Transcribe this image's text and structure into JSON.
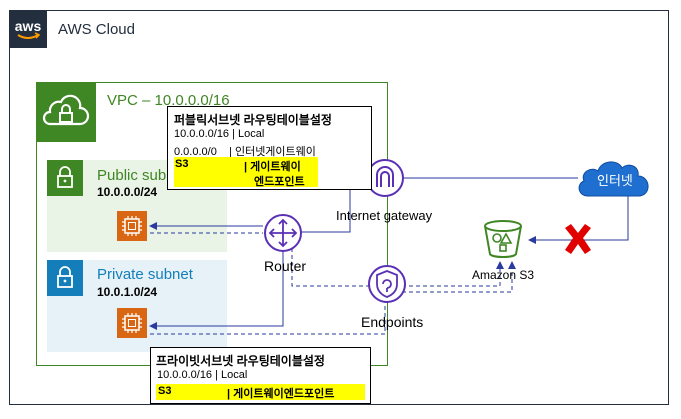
{
  "cloud": {
    "title": "AWS Cloud",
    "logo": "aws"
  },
  "vpc": {
    "title": "VPC – 10.0.0.0/16"
  },
  "public_subnet": {
    "title": "Public subnet",
    "cidr": "10.0.0.0/24"
  },
  "private_subnet": {
    "title": "Private subnet",
    "cidr": "10.0.1.0/24"
  },
  "public_route_table": {
    "title": "퍼블릭서브넷 라우팅테이블설정",
    "rows": [
      "10.0.0.0/16 | Local",
      "0.0.0.0/0    | 인터넷게이트웨이"
    ],
    "highlight_left": "S3",
    "highlight_right_1": "| 게이트웨이",
    "highlight_right_2": "엔드포인트"
  },
  "private_route_table": {
    "title": "프라이빗서브넷 라우팅테이블설정",
    "rows": [
      "10.0.0.0/16 | Local"
    ],
    "highlight_left": "S3",
    "highlight_right": "| 게이트웨이엔드포인트"
  },
  "labels": {
    "internet_gateway": "Internet gateway",
    "router": "Router",
    "endpoints": "Endpoints",
    "s3": "Amazon S3",
    "internet": "인터넷"
  },
  "colors": {
    "vpc_green": "#3f8624",
    "public_fill": "#e9f3e6",
    "private_fill": "#e6f2f8",
    "private_blue": "#147eba",
    "purple": "#5a30b5",
    "ec2_orange": "#d86613",
    "s3_green": "#3f8624",
    "cloud_blue": "#1f6fd1",
    "block_red": "#e00000",
    "aws_dark": "#232f3e",
    "highlight": "#ffff00"
  }
}
